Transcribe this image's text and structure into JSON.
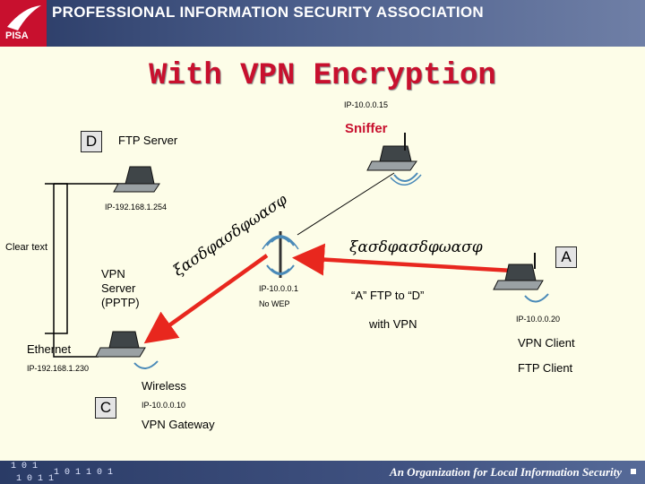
{
  "header": {
    "association": "PROFESSIONAL INFORMATION SECURITY ASSOCIATION",
    "logo_text": "PISA"
  },
  "title": "With VPN Encryption",
  "nodes": {
    "d": {
      "letter": "D",
      "role": "FTP Server",
      "ip": "IP-192.168.1.254"
    },
    "sniffer": {
      "label": "Sniffer",
      "ip": "IP-10.0.0.15"
    },
    "vpn_server": {
      "label_lines": [
        "VPN",
        "Server",
        "(PPTP)"
      ],
      "ip": "IP-192.168.1.230"
    },
    "access_point": {
      "ip": "IP-10.0.0.1",
      "note": "No WEP"
    },
    "a": {
      "letter": "A",
      "ip": "IP-10.0.0.20",
      "role1": "VPN Client",
      "role2": "FTP Client"
    },
    "c": {
      "letter": "C",
      "label": "Wireless",
      "ip": "IP-10.0.0.10",
      "role": "VPN Gateway"
    }
  },
  "labels": {
    "clear_text": "Clear text",
    "ethernet": "Ethernet",
    "cipher_right": "ξασδφασδφωασφ",
    "cipher_left": "ξασδφασδφωασφ",
    "transfer": "“A” FTP to “D”",
    "with_vpn": "with VPN"
  },
  "footer": {
    "tagline": "An Organization for Local Information Security",
    "bits1": "1 0 1",
    "bits2": "1 0 1 1 0 1",
    "bits3": "1 0 1 1"
  },
  "colors": {
    "accent": "#c8102e",
    "arrow": "#e8271e",
    "banner": "#2a3b66"
  }
}
